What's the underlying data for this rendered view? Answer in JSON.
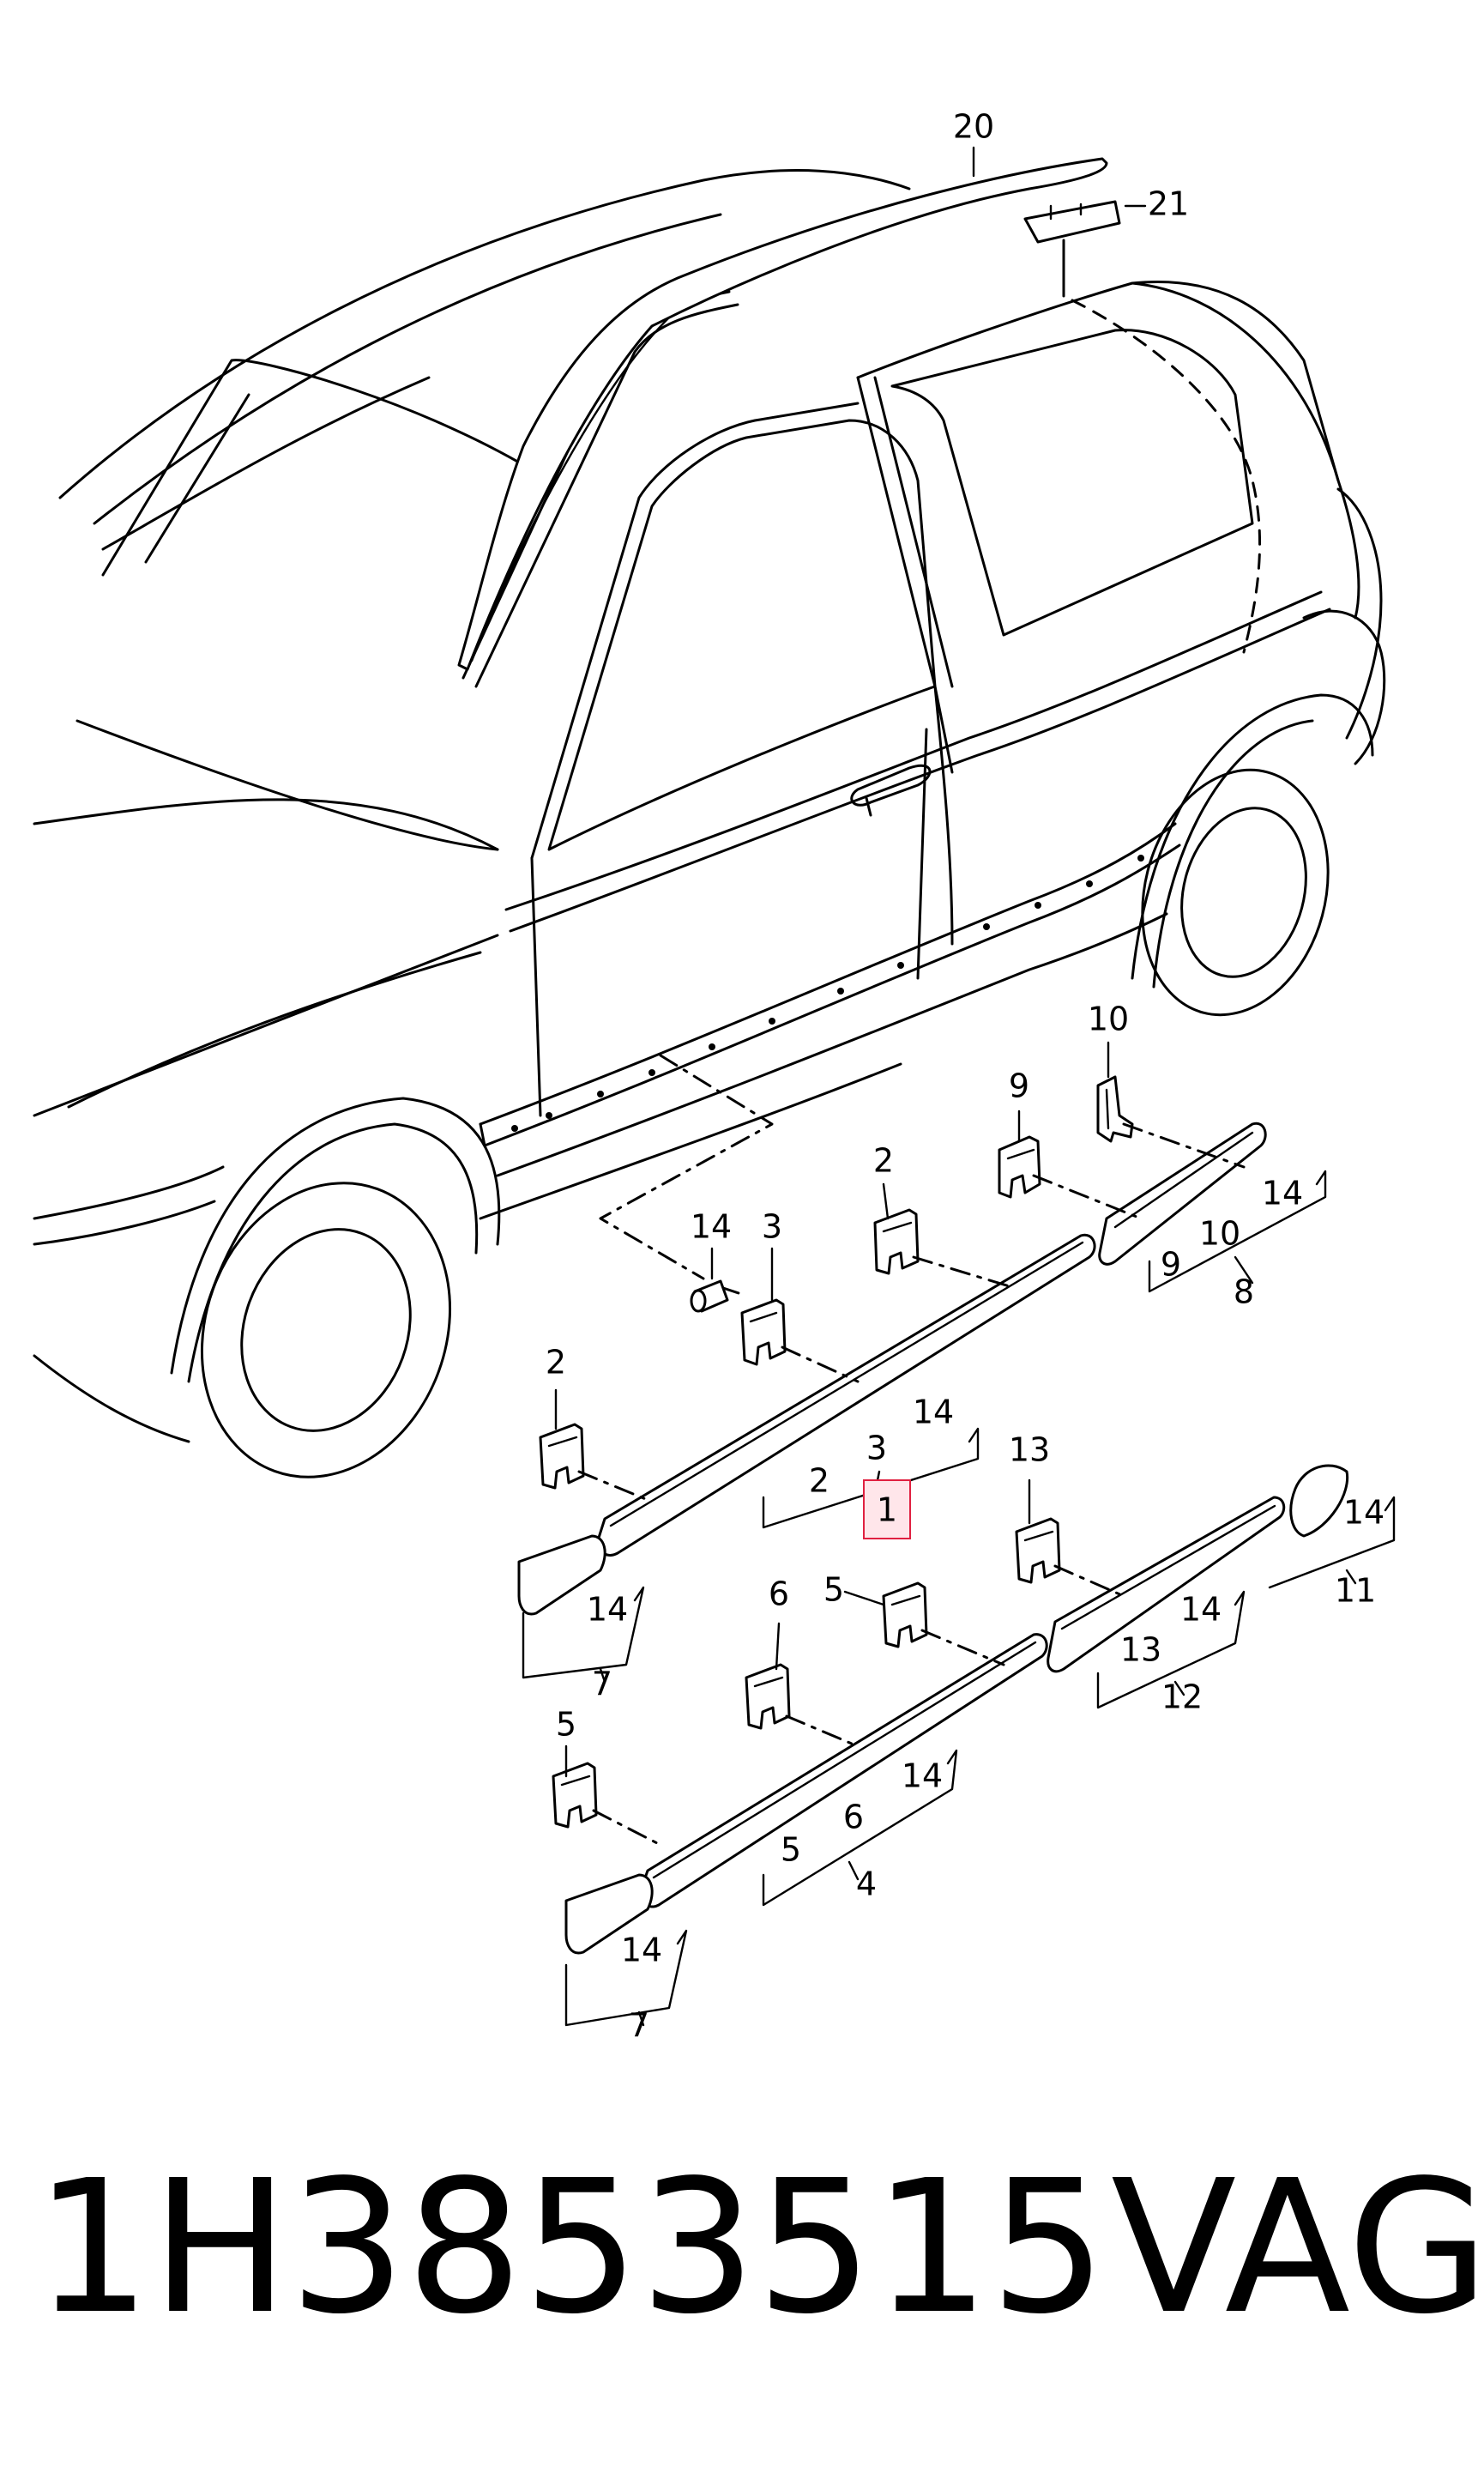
{
  "diagram": {
    "callouts": {
      "c20": "20",
      "c21": "21",
      "c10": "10",
      "c9": "9",
      "c14a": "14",
      "c2a": "2",
      "c9b": "9",
      "c10b": "10",
      "c8": "8",
      "c14b": "14",
      "c3a": "3",
      "c2b": "2",
      "c14c": "14",
      "c3b": "3",
      "c2c": "2",
      "c1": "1",
      "c13a": "13",
      "c14d": "14",
      "c11": "11",
      "c14e": "14",
      "c7a": "7",
      "c6a": "6",
      "c5a": "5",
      "c14f": "14",
      "c13b": "13",
      "c12": "12",
      "c5b": "5",
      "c14g": "14",
      "c6b": "6",
      "c5c": "5",
      "c4": "4",
      "c14h": "14",
      "c7b": "7"
    },
    "highlight_color": "#e02040"
  },
  "caption": {
    "part_number": "1H3853515",
    "brand": "VAG"
  }
}
